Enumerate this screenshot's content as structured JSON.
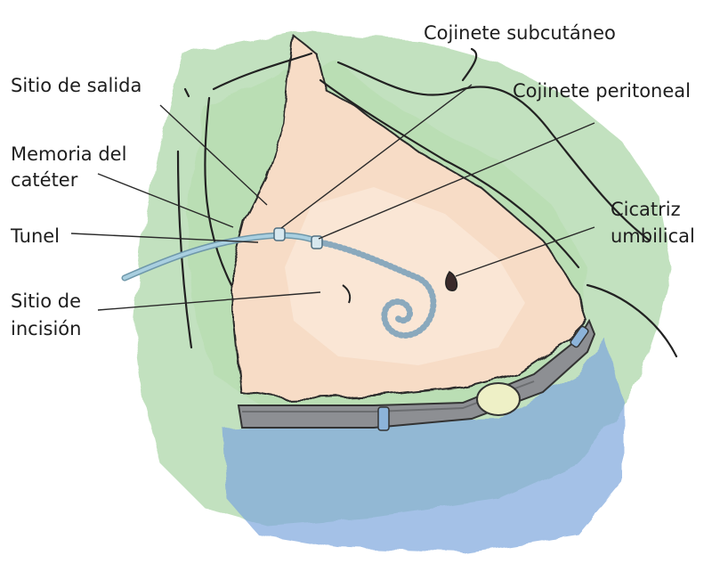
{
  "labels": {
    "subcutaneous_cuff": "Cojinete subcutáneo",
    "exit_site": "Sitio de salida",
    "peritoneal_cuff": "Cojinete peritoneal",
    "catheter_memory_1": "Memoria del",
    "catheter_memory_2": "catéter",
    "umbilical_scar_1": "Cicatriz",
    "umbilical_scar_2": "umbilical",
    "tunnel": "Tunel",
    "incision_site_1": "Sitio de",
    "incision_site_2": "incisión"
  },
  "colors": {
    "green_wash": "#8fc98a",
    "skin": "#f7dcc6",
    "blue_wash": "#7ea6dd",
    "waistband": "#8d8f93",
    "catheter": "#a9cfe0",
    "leader_line": "#2a2a2a"
  }
}
